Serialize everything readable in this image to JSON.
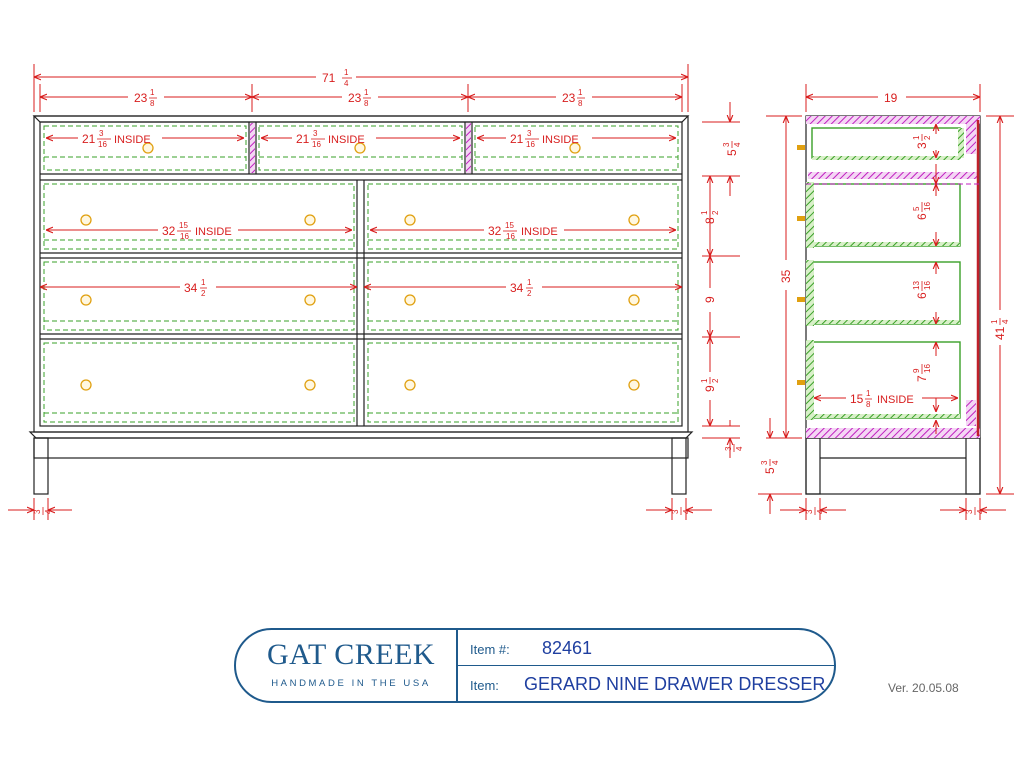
{
  "overall_width": "71",
  "overall_width_frac": [
    "1",
    "4"
  ],
  "section_widths": [
    {
      "whole": "23",
      "num": "1",
      "den": "8"
    },
    {
      "whole": "23",
      "num": "1",
      "den": "8"
    },
    {
      "whole": "23",
      "num": "1",
      "den": "8"
    }
  ],
  "top_drawer_inside": {
    "whole": "21",
    "num": "3",
    "den": "16",
    "suffix": "INSIDE"
  },
  "middle_drawer_inside": {
    "whole": "32",
    "num": "15",
    "den": "16",
    "suffix": "INSIDE"
  },
  "lower_drawer_width": {
    "whole": "34",
    "num": "1",
    "den": "2"
  },
  "front_heights": [
    {
      "whole": "5",
      "num": "3",
      "den": "4"
    },
    {
      "whole": "8",
      "num": "1",
      "den": "2"
    },
    {
      "whole": "9",
      "num": "",
      "den": ""
    },
    {
      "whole": "9",
      "num": "1",
      "den": "2"
    }
  ],
  "bottom_rail": {
    "num": "3",
    "den": "4"
  },
  "leg_inset": {
    "num": "3",
    "den": "4"
  },
  "side_depth": "19",
  "side_case_height": "35",
  "side_overall_height": "41",
  "side_overall_height_frac": [
    "1",
    "4"
  ],
  "side_leg_height": {
    "whole": "5",
    "num": "3",
    "den": "4"
  },
  "side_drawer_depths": [
    {
      "whole": "3",
      "num": "1",
      "den": "2"
    },
    {
      "whole": "6",
      "num": "5",
      "den": "16"
    },
    {
      "whole": "6",
      "num": "13",
      "den": "16"
    },
    {
      "whole": "7",
      "num": "9",
      "den": "16"
    }
  ],
  "side_drawer_inside": {
    "whole": "15",
    "num": "1",
    "den": "8",
    "suffix": "INSIDE"
  },
  "colors": {
    "dimension": "#d81e1e",
    "drawer_box": "#3aa028",
    "hatch": "#c020c0",
    "knob": "#e0a010",
    "outline": "#222222",
    "brand": "#1f5a8c"
  },
  "title_block": {
    "company": "GAT CREEK",
    "tagline": "HANDMADE IN THE USA",
    "item_no_label": "Item #:",
    "item_no": "82461",
    "item_label": "Item:",
    "item_name": "GERARD NINE DRAWER DRESSER"
  },
  "version": "Ver. 20.05.08"
}
